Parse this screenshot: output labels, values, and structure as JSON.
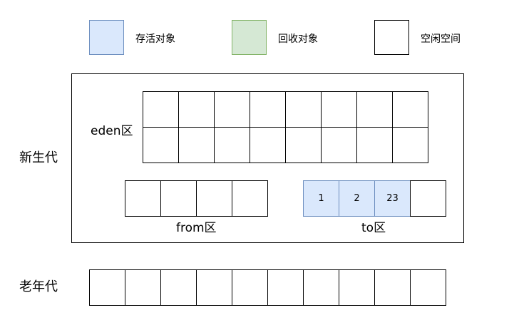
{
  "legend": {
    "live": {
      "label": "存活对象",
      "fill": "#dae8fc",
      "stroke": "#6c8ebf"
    },
    "reclaimed": {
      "label": "回收对象",
      "fill": "#d5e8d4",
      "stroke": "#82b366"
    },
    "free": {
      "label": "空闲空间",
      "fill": "#ffffff",
      "stroke": "#000000"
    }
  },
  "young_generation": {
    "label": "新生代",
    "eden": {
      "label": "eden区",
      "rows": 2,
      "cols": 8
    },
    "from": {
      "label": "from区",
      "cells": 4
    },
    "to": {
      "label": "to区",
      "cells": [
        {
          "value": "1",
          "state": "live"
        },
        {
          "value": "2",
          "state": "live"
        },
        {
          "value": "23",
          "state": "live"
        },
        {
          "value": "",
          "state": "free"
        }
      ]
    }
  },
  "old_generation": {
    "label": "老年代",
    "cells": 10
  }
}
